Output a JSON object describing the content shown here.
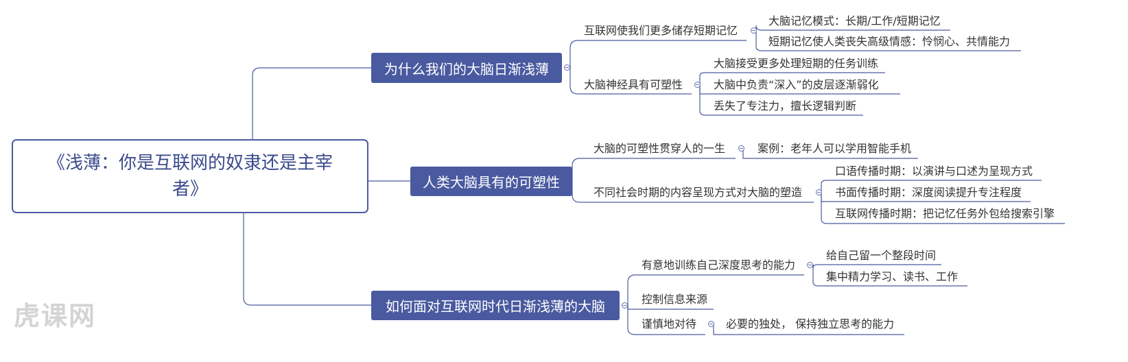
{
  "root": {
    "title": "《浅薄：你是互联网的奴隶还是主宰者》"
  },
  "branches": [
    {
      "label": "为什么我们的大脑日渐浅薄",
      "children": [
        {
          "label": "互联网使我们更多储存短期记忆",
          "children": [
            "大脑记忆模式：长期/工作/短期记忆",
            "短期记忆使人类丧失高级情感：怜悯心、共情能力"
          ]
        },
        {
          "label": "大脑神经具有可塑性",
          "children": [
            "大脑接受更多处理短期的任务训练",
            "大脑中负责“深入”的皮层逐渐弱化",
            "丢失了专注力，擅长逻辑判断"
          ]
        }
      ]
    },
    {
      "label": "人类大脑具有的可塑性",
      "children": [
        {
          "label": "大脑的可塑性贯穿人的一生",
          "children": [
            "案例：老年人可以学用智能手机"
          ]
        },
        {
          "label": "不同社会时期的内容呈现方式对大脑的塑造",
          "children": [
            "口语传播时期：以演讲与口述为呈现方式",
            "书面传播时期：深度阅读提升专注程度",
            "互联网传播时期：把记忆任务外包给搜索引擎"
          ]
        }
      ]
    },
    {
      "label": "如何面对互联网时代日渐浅薄的大脑",
      "children": [
        {
          "label": "有意地训练自己深度思考的能力",
          "children": [
            "给自己留一个整段时间",
            "集中精力学习、读书、工作"
          ]
        },
        {
          "label": "控制信息来源",
          "children": []
        },
        {
          "label": "谨慎地对待",
          "children": [
            "必要的独处， 保持独立思考的能力"
          ]
        }
      ]
    }
  ],
  "watermark": "虎课网",
  "colors": {
    "branch": "#4a5aa0",
    "line": "#4a5aa0",
    "text": "#333333"
  }
}
